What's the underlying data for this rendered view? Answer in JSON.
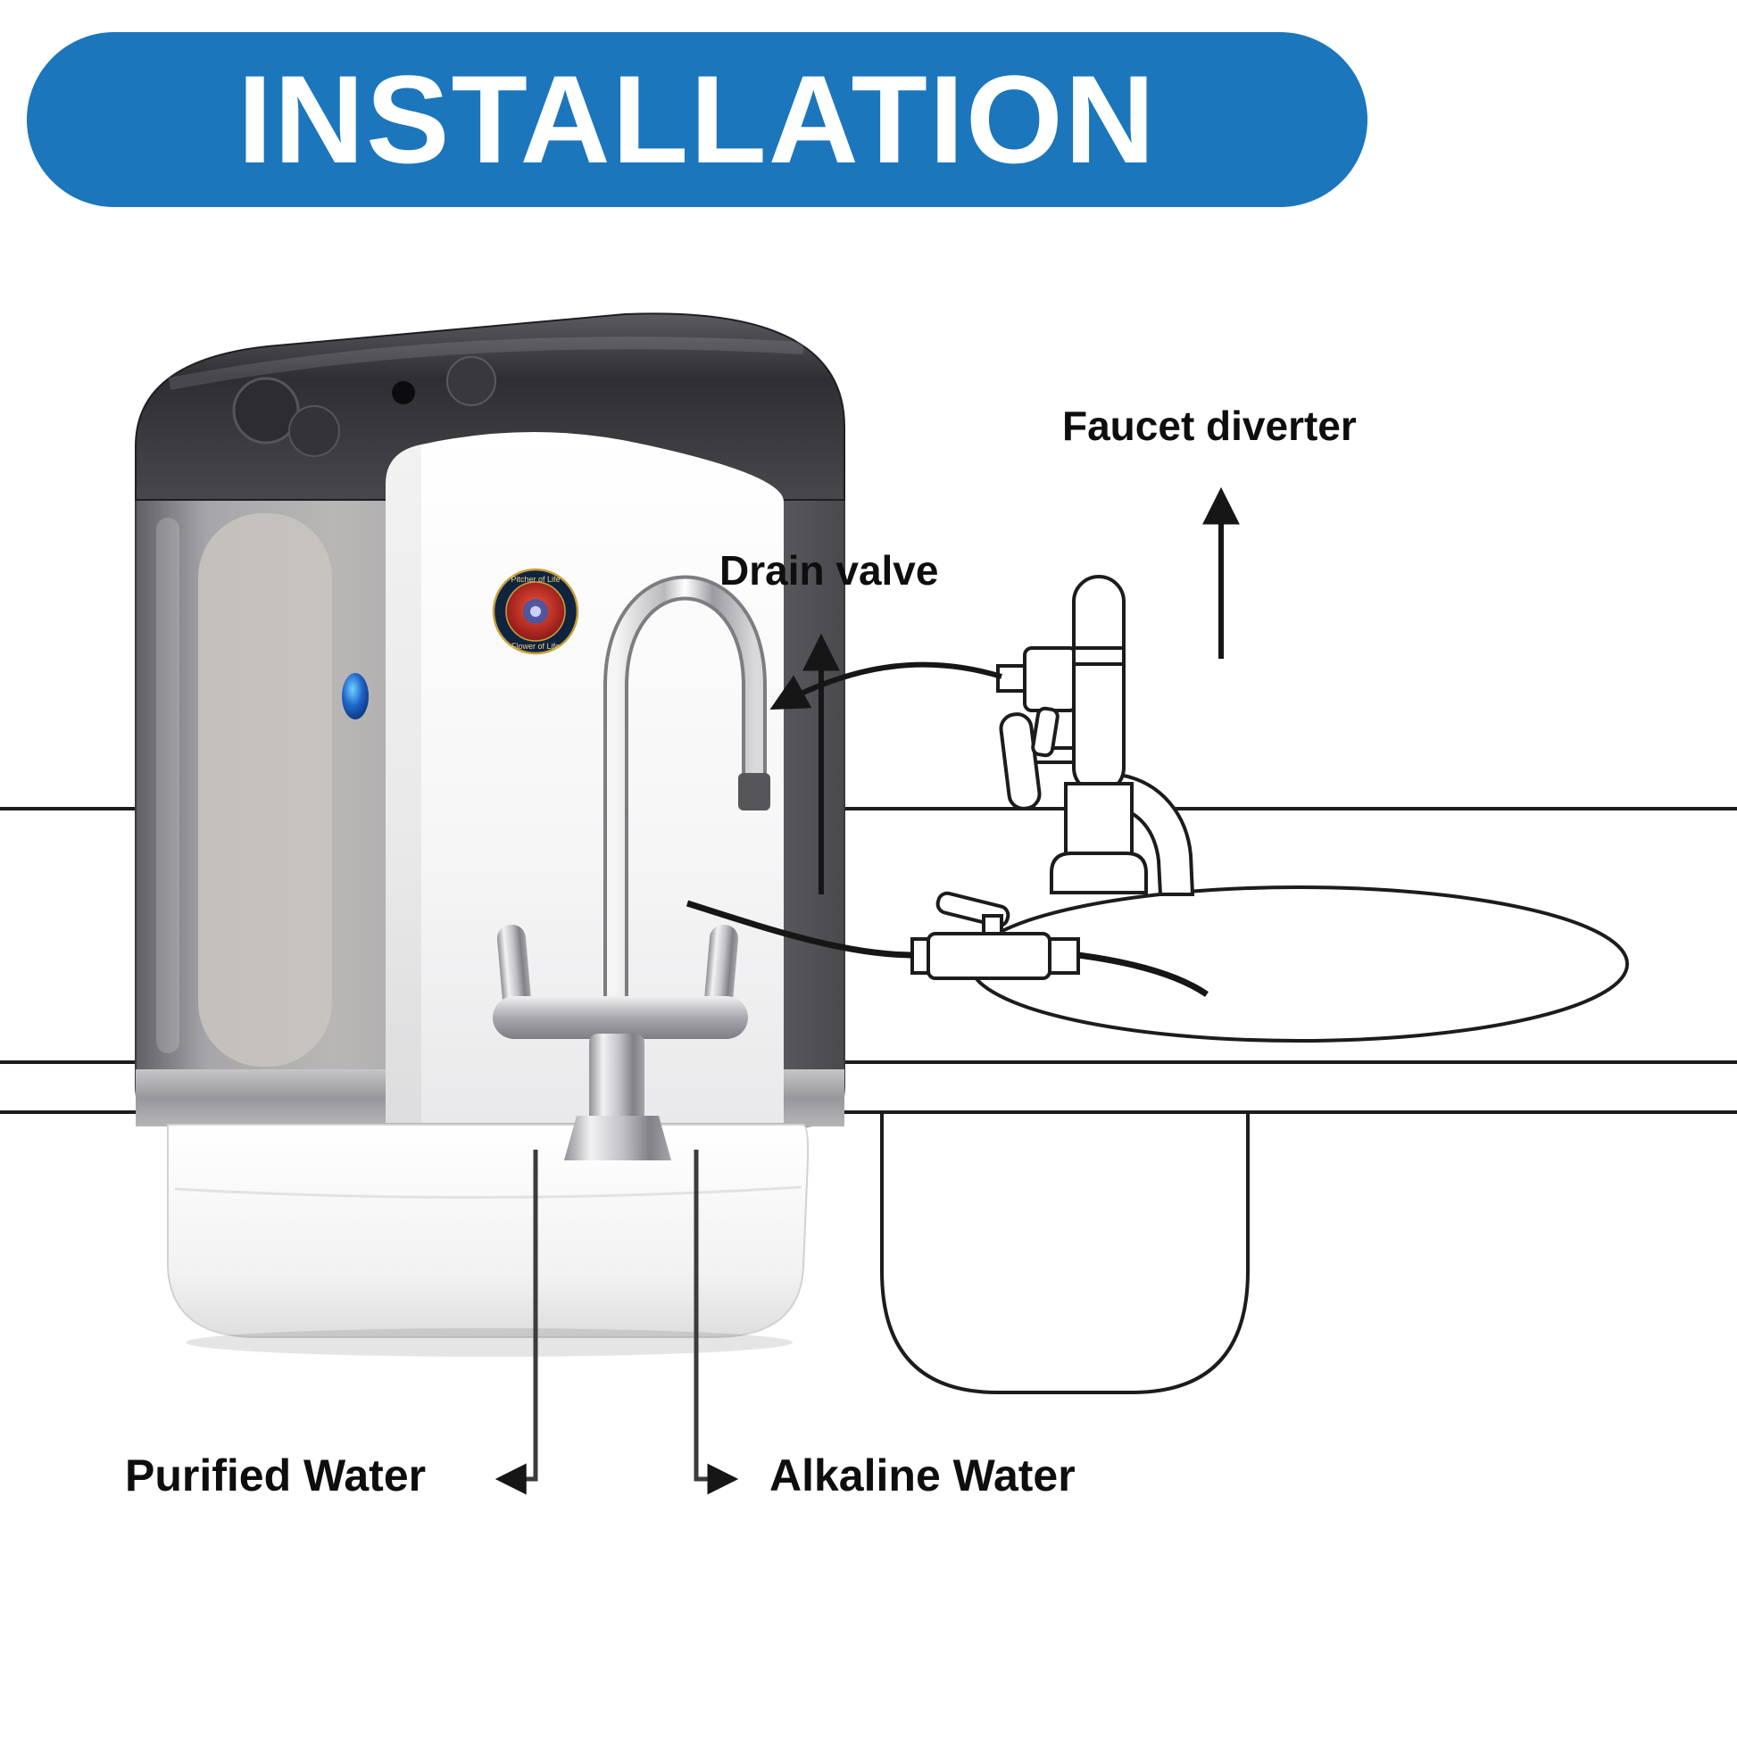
{
  "header": {
    "title": "INSTALLATION",
    "background_color": "#1b76bc",
    "text_color": "#ffffff"
  },
  "labels": {
    "faucet_diverter": "Faucet diverter",
    "drain_valve": "Drain valve",
    "purified_water": "Purified Water",
    "alkaline_water": "Alkaline Water"
  },
  "device_badge": {
    "top_text": "Pitcher of Life",
    "bottom_text": "Flower of Life"
  },
  "diagram": {
    "line_color": "#1c1c1c",
    "leader_color": "#3c3c3c"
  }
}
